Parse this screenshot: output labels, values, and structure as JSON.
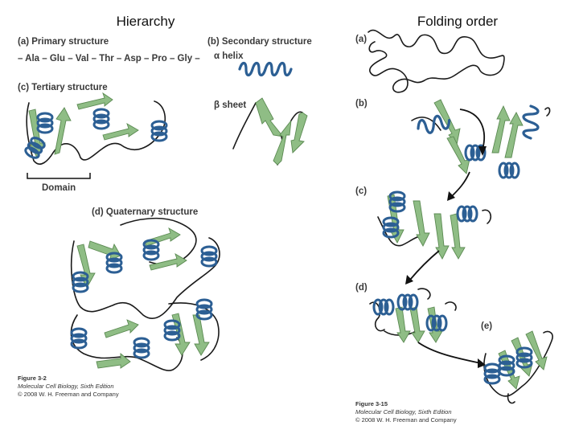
{
  "titles": {
    "left": "Hierarchy",
    "right": "Folding order"
  },
  "left_panel": {
    "a_label": "(a) Primary structure",
    "sequence": "– Ala – Glu – Val – Thr – Asp – Pro – Gly –",
    "b_label": "(b) Secondary structure",
    "alpha_helix": "α helix",
    "beta_sheet": "β sheet",
    "c_label": "(c) Tertiary structure",
    "domain": "Domain",
    "d_label": "(d) Quaternary structure",
    "figure": {
      "number": "Figure 3-2",
      "book": "Molecular Cell Biology, Sixth Edition",
      "copyright": "© 2008 W. H. Freeman and Company"
    }
  },
  "right_panel": {
    "labels": {
      "a": "(a)",
      "b": "(b)",
      "c": "(c)",
      "d": "(d)",
      "e": "(e)"
    },
    "figure": {
      "number": "Figure 3-15",
      "book": "Molecular Cell Biology, Sixth Edition",
      "copyright": "© 2008 W. H. Freeman and Company"
    }
  },
  "colors": {
    "helix": "#2c5f94",
    "sheet": "#8fbd85",
    "coil": "#1a1a1a"
  }
}
